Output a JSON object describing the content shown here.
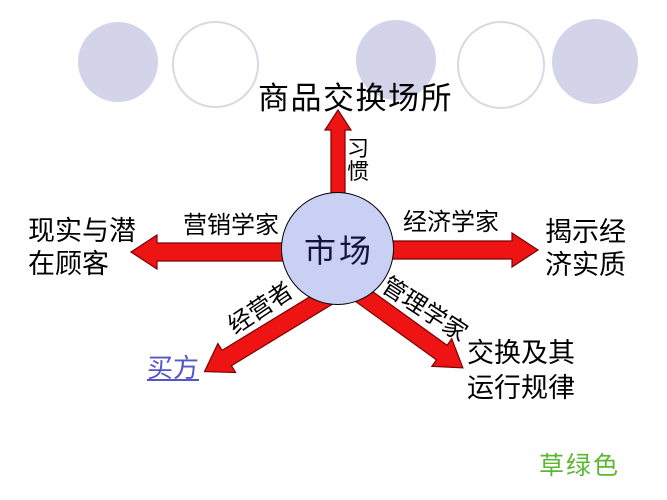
{
  "slide": {
    "center_label": "市场",
    "top_node": {
      "label": "商品交换场所",
      "arrow_label": "习惯"
    },
    "left_node": {
      "lines": [
        "现实与潜",
        "在顾客"
      ],
      "arrow_label": "营销学家"
    },
    "right_node": {
      "lines": [
        "揭示经",
        "济实质"
      ],
      "arrow_label": "经济学家"
    },
    "bottom_left_node": {
      "label": "买方",
      "arrow_label": "经营者"
    },
    "bottom_right_node": {
      "lines": [
        "交换及其",
        "运行规律"
      ],
      "arrow_label": "管理学家"
    },
    "corner_note": "草绿色"
  },
  "colors": {
    "arrow_fill": "#ee1414",
    "arrow_outline": "#7a0000",
    "center_circle_fill": "#c9d0f4",
    "center_circle_border": "#000000",
    "deco_circle_fill": "#d3d3e9",
    "deco_circle_border": "#d8d8e6",
    "link_color": "#5456c8",
    "note_color": "#5cb832",
    "center_text_color": "#14143c",
    "text_color": "#000000"
  }
}
